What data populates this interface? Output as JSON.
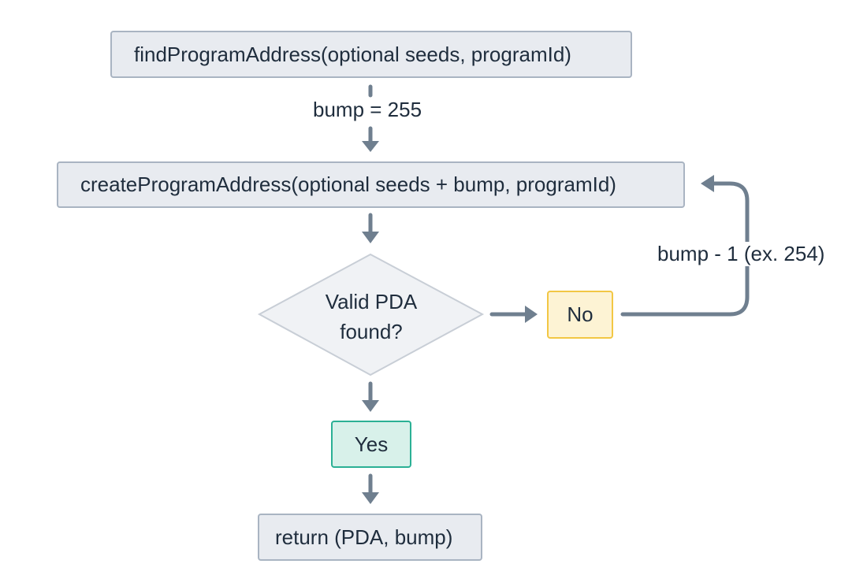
{
  "diagram": {
    "find_call": "findProgramAddress(optional seeds, programId)",
    "bump_init": "bump = 255",
    "create_call": "createProgramAddress(optional seeds + bump, programId)",
    "decision": {
      "line1": "Valid PDA",
      "line2": "found?"
    },
    "no_label": "No",
    "yes_label": "Yes",
    "bump_decrement": "bump - 1 (ex. 254)",
    "return_call": "return (PDA, bump)"
  },
  "colors": {
    "box_fill": "#e8ebf0",
    "box_border": "#a9b4c2",
    "connector": "#6f7f8f",
    "no_fill": "#fdf3d4",
    "no_border": "#f2c744",
    "yes_fill": "#d8f1ea",
    "yes_border": "#2bb095"
  }
}
